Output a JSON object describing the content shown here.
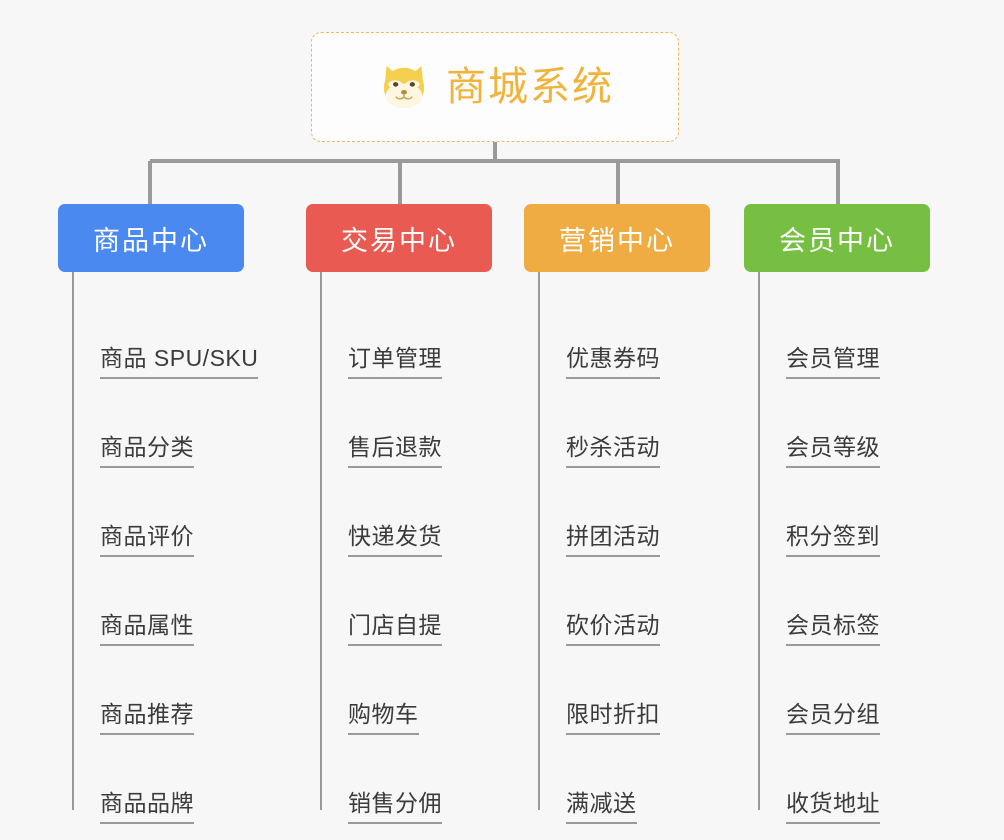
{
  "root": {
    "title": "商城系统",
    "icon": "shiba-dog-face-emoji",
    "border_color": "#e8b95e",
    "text_color": "#f0b43c"
  },
  "background_color": "#f7f7f7",
  "connector_color": "#9a9a9a",
  "categories": [
    {
      "label": "商品中心",
      "color": "#4a89f0",
      "items": [
        {
          "label": "商品 SPU/SKU"
        },
        {
          "label": "商品分类"
        },
        {
          "label": "商品评价"
        },
        {
          "label": "商品属性"
        },
        {
          "label": "商品推荐"
        },
        {
          "label": "商品品牌"
        }
      ]
    },
    {
      "label": "交易中心",
      "color": "#e85a52",
      "items": [
        {
          "label": "订单管理"
        },
        {
          "label": "售后退款"
        },
        {
          "label": "快递发货"
        },
        {
          "label": "门店自提"
        },
        {
          "label": "购物车"
        },
        {
          "label": "销售分佣"
        }
      ]
    },
    {
      "label": "营销中心",
      "color": "#eeac43",
      "items": [
        {
          "label": "优惠券码"
        },
        {
          "label": "秒杀活动"
        },
        {
          "label": "拼团活动"
        },
        {
          "label": "砍价活动"
        },
        {
          "label": "限时折扣"
        },
        {
          "label": "满减送"
        }
      ]
    },
    {
      "label": "会员中心",
      "color": "#76bf43",
      "items": [
        {
          "label": "会员管理"
        },
        {
          "label": "会员等级"
        },
        {
          "label": "积分签到"
        },
        {
          "label": "会员标签"
        },
        {
          "label": "会员分组"
        },
        {
          "label": "收货地址"
        }
      ]
    }
  ]
}
